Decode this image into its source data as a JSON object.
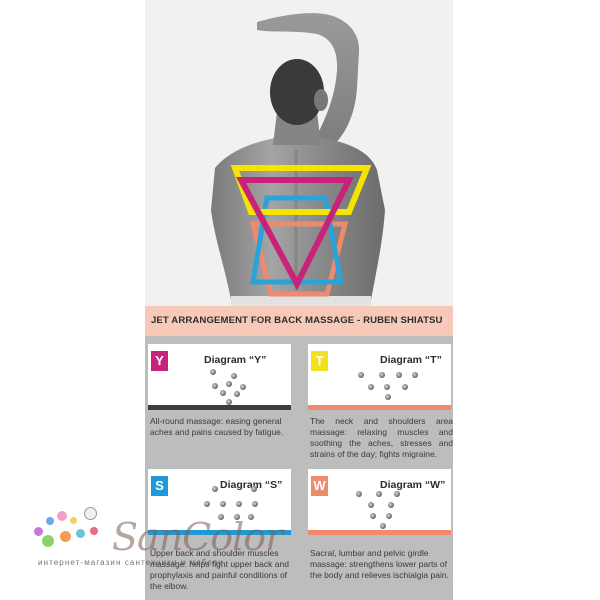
{
  "header": {
    "title": "JET ARRANGEMENT FOR BACK MASSAGE - RUBEN SHIATSU"
  },
  "colors": {
    "yellow_outline": "#f5e400",
    "magenta_outline": "#c8237a",
    "cyan_outline": "#2aa3d8",
    "salmon_outline": "#ee8b6e",
    "title_band": "#f7c9b9",
    "panel_bg": "#bdbdbd"
  },
  "diagrams": [
    {
      "letter": "Y",
      "title": "Diagram “Y”",
      "color": "#c8237a",
      "bar_color": "#3d3d3d",
      "desc": "All-round massage: easing general aches and pains caused by fatigue."
    },
    {
      "letter": "T",
      "title": "Diagram “T”",
      "color": "#f2e21a",
      "bar_color": "#ee8b6e",
      "desc": "The neck and shoulders area massage: relaxing muscles and soothing the aches, stresses and strains of the day; fights migraine."
    },
    {
      "letter": "S",
      "title": "Diagram “S”",
      "color": "#1f9ad6",
      "bar_color": "#1f9ad6",
      "desc": "Upper back and shoulder muscles massage: helps fight upper back and prophylaxis and painful conditions of the elbow."
    },
    {
      "letter": "W",
      "title": "Diagram “W”",
      "color": "#ee8b6e",
      "bar_color": "#ee8b6e",
      "desc": "Sacral, lumbar and pelvic girdle massage: strengthens lower parts of the body and relieves ischialgia pain."
    }
  ],
  "watermark": {
    "name": "SanColor",
    "subtitle": "интернет-магазин сантехники и мебели"
  }
}
